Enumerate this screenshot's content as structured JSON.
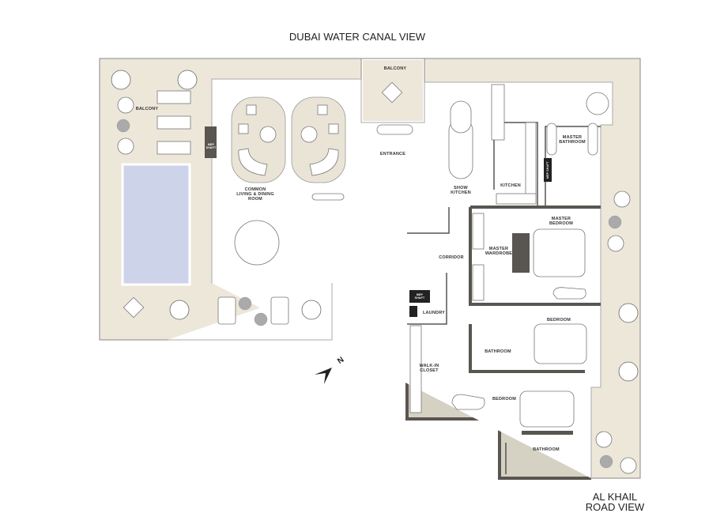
{
  "headings": {
    "top_view": "DUBAI WATER CANAL VIEW",
    "side_view_line1": "AL KHAIL",
    "side_view_line2": "ROAD VIEW"
  },
  "rooms": {
    "balcony_left": "BALCONY",
    "balcony_top": "BALCONY",
    "entrance": "ENTRANCE",
    "living_line1": "COMMON",
    "living_line2": "LIVING & DINING",
    "living_line3": "ROOM",
    "show_kitchen_line1": "SHOW",
    "show_kitchen_line2": "KITCHEN",
    "kitchen": "KITCHEN",
    "master_bathroom_line1": "MASTER",
    "master_bathroom_line2": "BATHROOM",
    "master_bedroom_line1": "MASTER",
    "master_bedroom_line2": "BEDROOM",
    "master_wardrobe_line1": "MASTER",
    "master_wardrobe_line2": "WARDROBE",
    "corridor": "CORRIDOR",
    "laundry": "LAUNDRY",
    "bedroom_1": "BEDROOM",
    "bathroom_1": "BATHROOM",
    "walk_in_line1": "WALK-IN",
    "walk_in_line2": "CLOSET",
    "bedroom_2": "BEDROOM",
    "bathroom_2": "BATHROOM",
    "shaft_1_line1": "MEP",
    "shaft_1_line2": "SHAFT",
    "shaft_2_line1": "MEP",
    "shaft_2_line2": "SHAFT",
    "shaft_3": "MEP SHAFT"
  },
  "compass": {
    "label": "N",
    "icon": "north-arrow-icon"
  },
  "colors": {
    "terrace": "#ede7da",
    "interior": "#d5d1c3",
    "pool": "#cdd4ea",
    "walls": "#595550",
    "furniture": "#ffffff"
  }
}
